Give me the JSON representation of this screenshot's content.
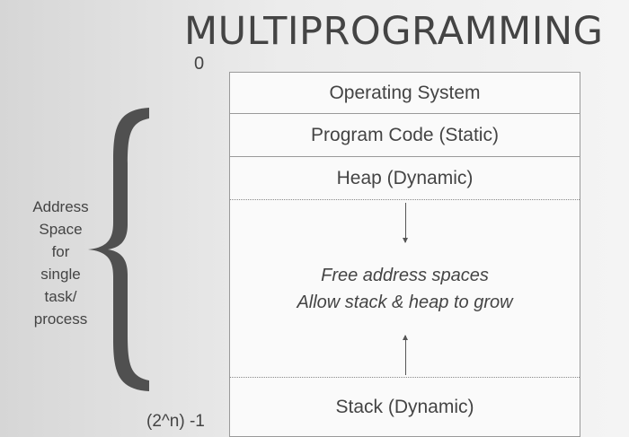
{
  "title": "MULTIPROGRAMMING",
  "address_top": "0",
  "address_bottom": "(2^n) -1",
  "segments": {
    "os": "Operating System",
    "code": "Program Code (Static)",
    "heap": "Heap (Dynamic)",
    "free_line1": "Free address spaces",
    "free_line2": "Allow stack & heap to grow",
    "stack": "Stack (Dynamic)"
  },
  "brace_label": [
    "Address",
    "Space",
    "for",
    "single",
    "task/",
    "process"
  ],
  "icons": [
    "curly-brace-icon",
    "arrow-down-icon",
    "arrow-up-icon"
  ]
}
